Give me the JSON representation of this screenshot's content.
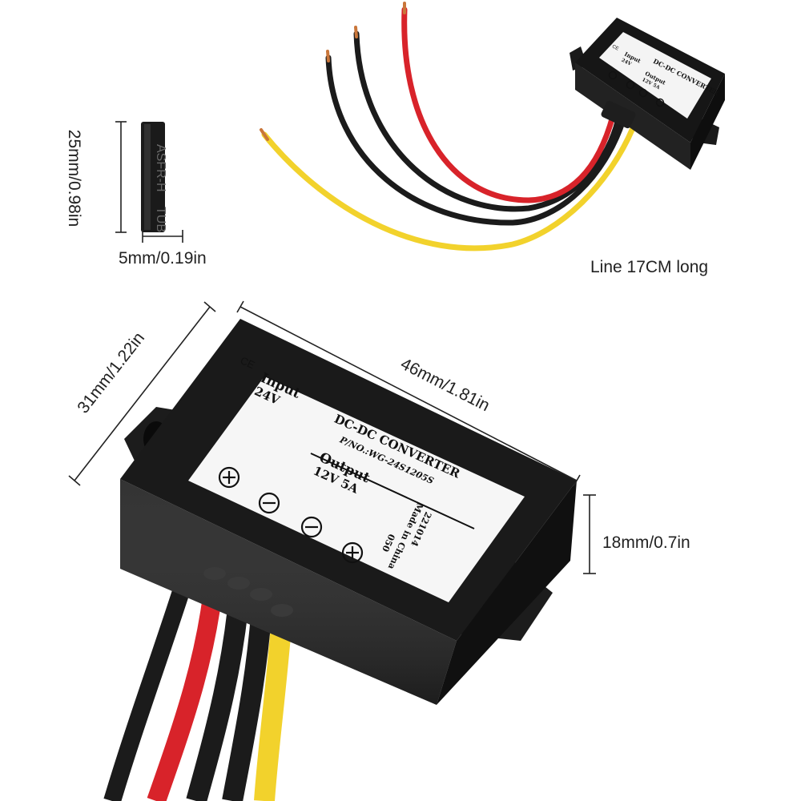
{
  "dimensions": {
    "sleeve_length": "25mm/0.98in",
    "sleeve_width": "5mm/0.19in",
    "line_length": "Line 17CM long",
    "box_width": "31mm/1.22in",
    "box_length": "46mm/1.81in",
    "box_height": "18mm/0.7in"
  },
  "sleeve": {
    "print_1": "ASFR-H",
    "print_2": "TUB"
  },
  "label": {
    "title": "DC-DC CONVERTER",
    "part_number": "P/NO.:WG-24S1205S",
    "ce_mark": "CE",
    "input_heading": "Input",
    "input_voltage": "24V",
    "output_heading": "Output",
    "output_rating": "12V 5A",
    "origin": "Made in China",
    "batch_code": "221014",
    "batch_code_2": "050"
  },
  "small_label": {
    "title": "DC-DC CONVERTER",
    "input_heading": "Input",
    "input_voltage": "24V",
    "output_heading": "Output",
    "output_rating": "12V 5A",
    "ce_mark": "CE"
  },
  "wire_colors": {
    "red": "#d8232a",
    "black": "#1b1b1b",
    "yellow": "#f2d22c",
    "copper": "#c9763a"
  }
}
